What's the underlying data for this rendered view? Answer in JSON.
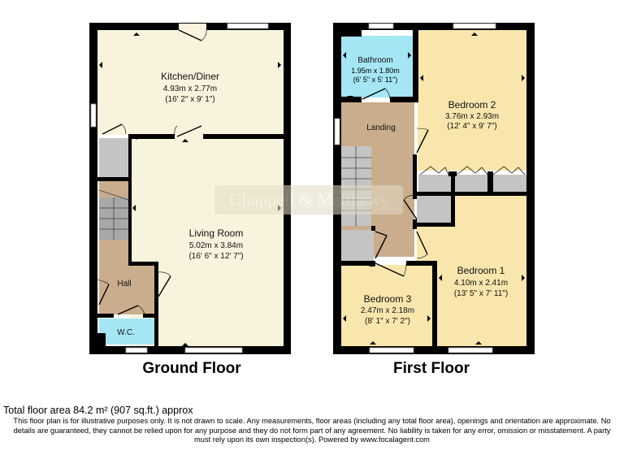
{
  "watermark": "Chappell & Matthews",
  "colors": {
    "wall": "#000000",
    "room_cream": "#f8f3dc",
    "room_yellow": "#f8e6ad",
    "room_blue": "#a5e6f5",
    "room_tan": "#c9ad8c",
    "cupboard_gray": "#c4c4c4"
  },
  "floors": [
    {
      "title": "Ground Floor",
      "rooms": [
        {
          "name": "Kitchen/Diner",
          "dim_m": "4.93m x 2.77m",
          "dim_ft": "(16' 2\" x 9' 1\")"
        },
        {
          "name": "Living Room",
          "dim_m": "5.02m x 3.84m",
          "dim_ft": "(16' 6\" x 12' 7\")"
        },
        {
          "name": "Hall"
        },
        {
          "name": "W.C."
        }
      ]
    },
    {
      "title": "First Floor",
      "rooms": [
        {
          "name": "Bathroom",
          "dim_m": "1.95m x 1.80m",
          "dim_ft": "(6' 5\" x 5' 11\")"
        },
        {
          "name": "Bedroom 2",
          "dim_m": "3.76m x 2.93m",
          "dim_ft": "(12' 4\" x 9' 7\")"
        },
        {
          "name": "Landing"
        },
        {
          "name": "Bedroom 1",
          "dim_m": "4.10m x 2.41m",
          "dim_ft": "(13' 5\" x 7' 11\")"
        },
        {
          "name": "Bedroom 3",
          "dim_m": "2.47m x 2.18m",
          "dim_ft": "(8' 1\" x 7' 2\")"
        }
      ]
    }
  ],
  "footer": {
    "total_area": "Total floor area 84.2 m² (907 sq.ft.) approx",
    "disclaimer_lines": [
      "This floor plan is for illustrative purposes only. It is not drawn to scale. Any measurements, floor areas (including any total floor area), openings and orientation are approximate. No",
      "details are guaranteed, they cannot be relied upon for any purpose and they do not form part of any agreement. No liability is taken for any error, omission or misstatement. A party",
      "must rely upon its own inspection(s). Powered by www.focalagent.com"
    ]
  }
}
